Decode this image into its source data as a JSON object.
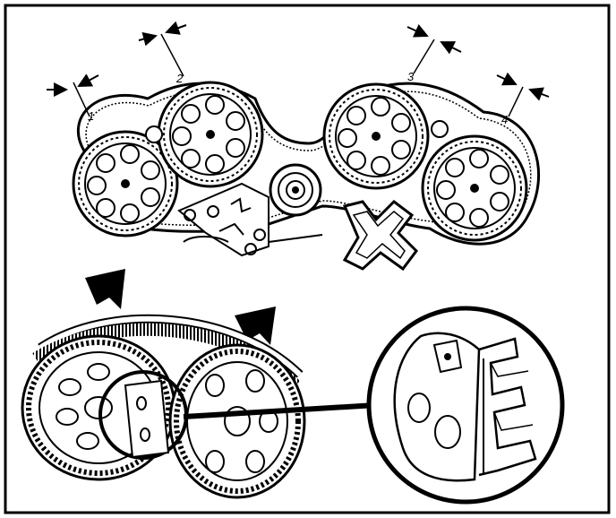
{
  "figure": {
    "callouts": [
      {
        "label": "1"
      },
      {
        "label": "2"
      },
      {
        "label": "3"
      },
      {
        "label": "4"
      }
    ]
  }
}
